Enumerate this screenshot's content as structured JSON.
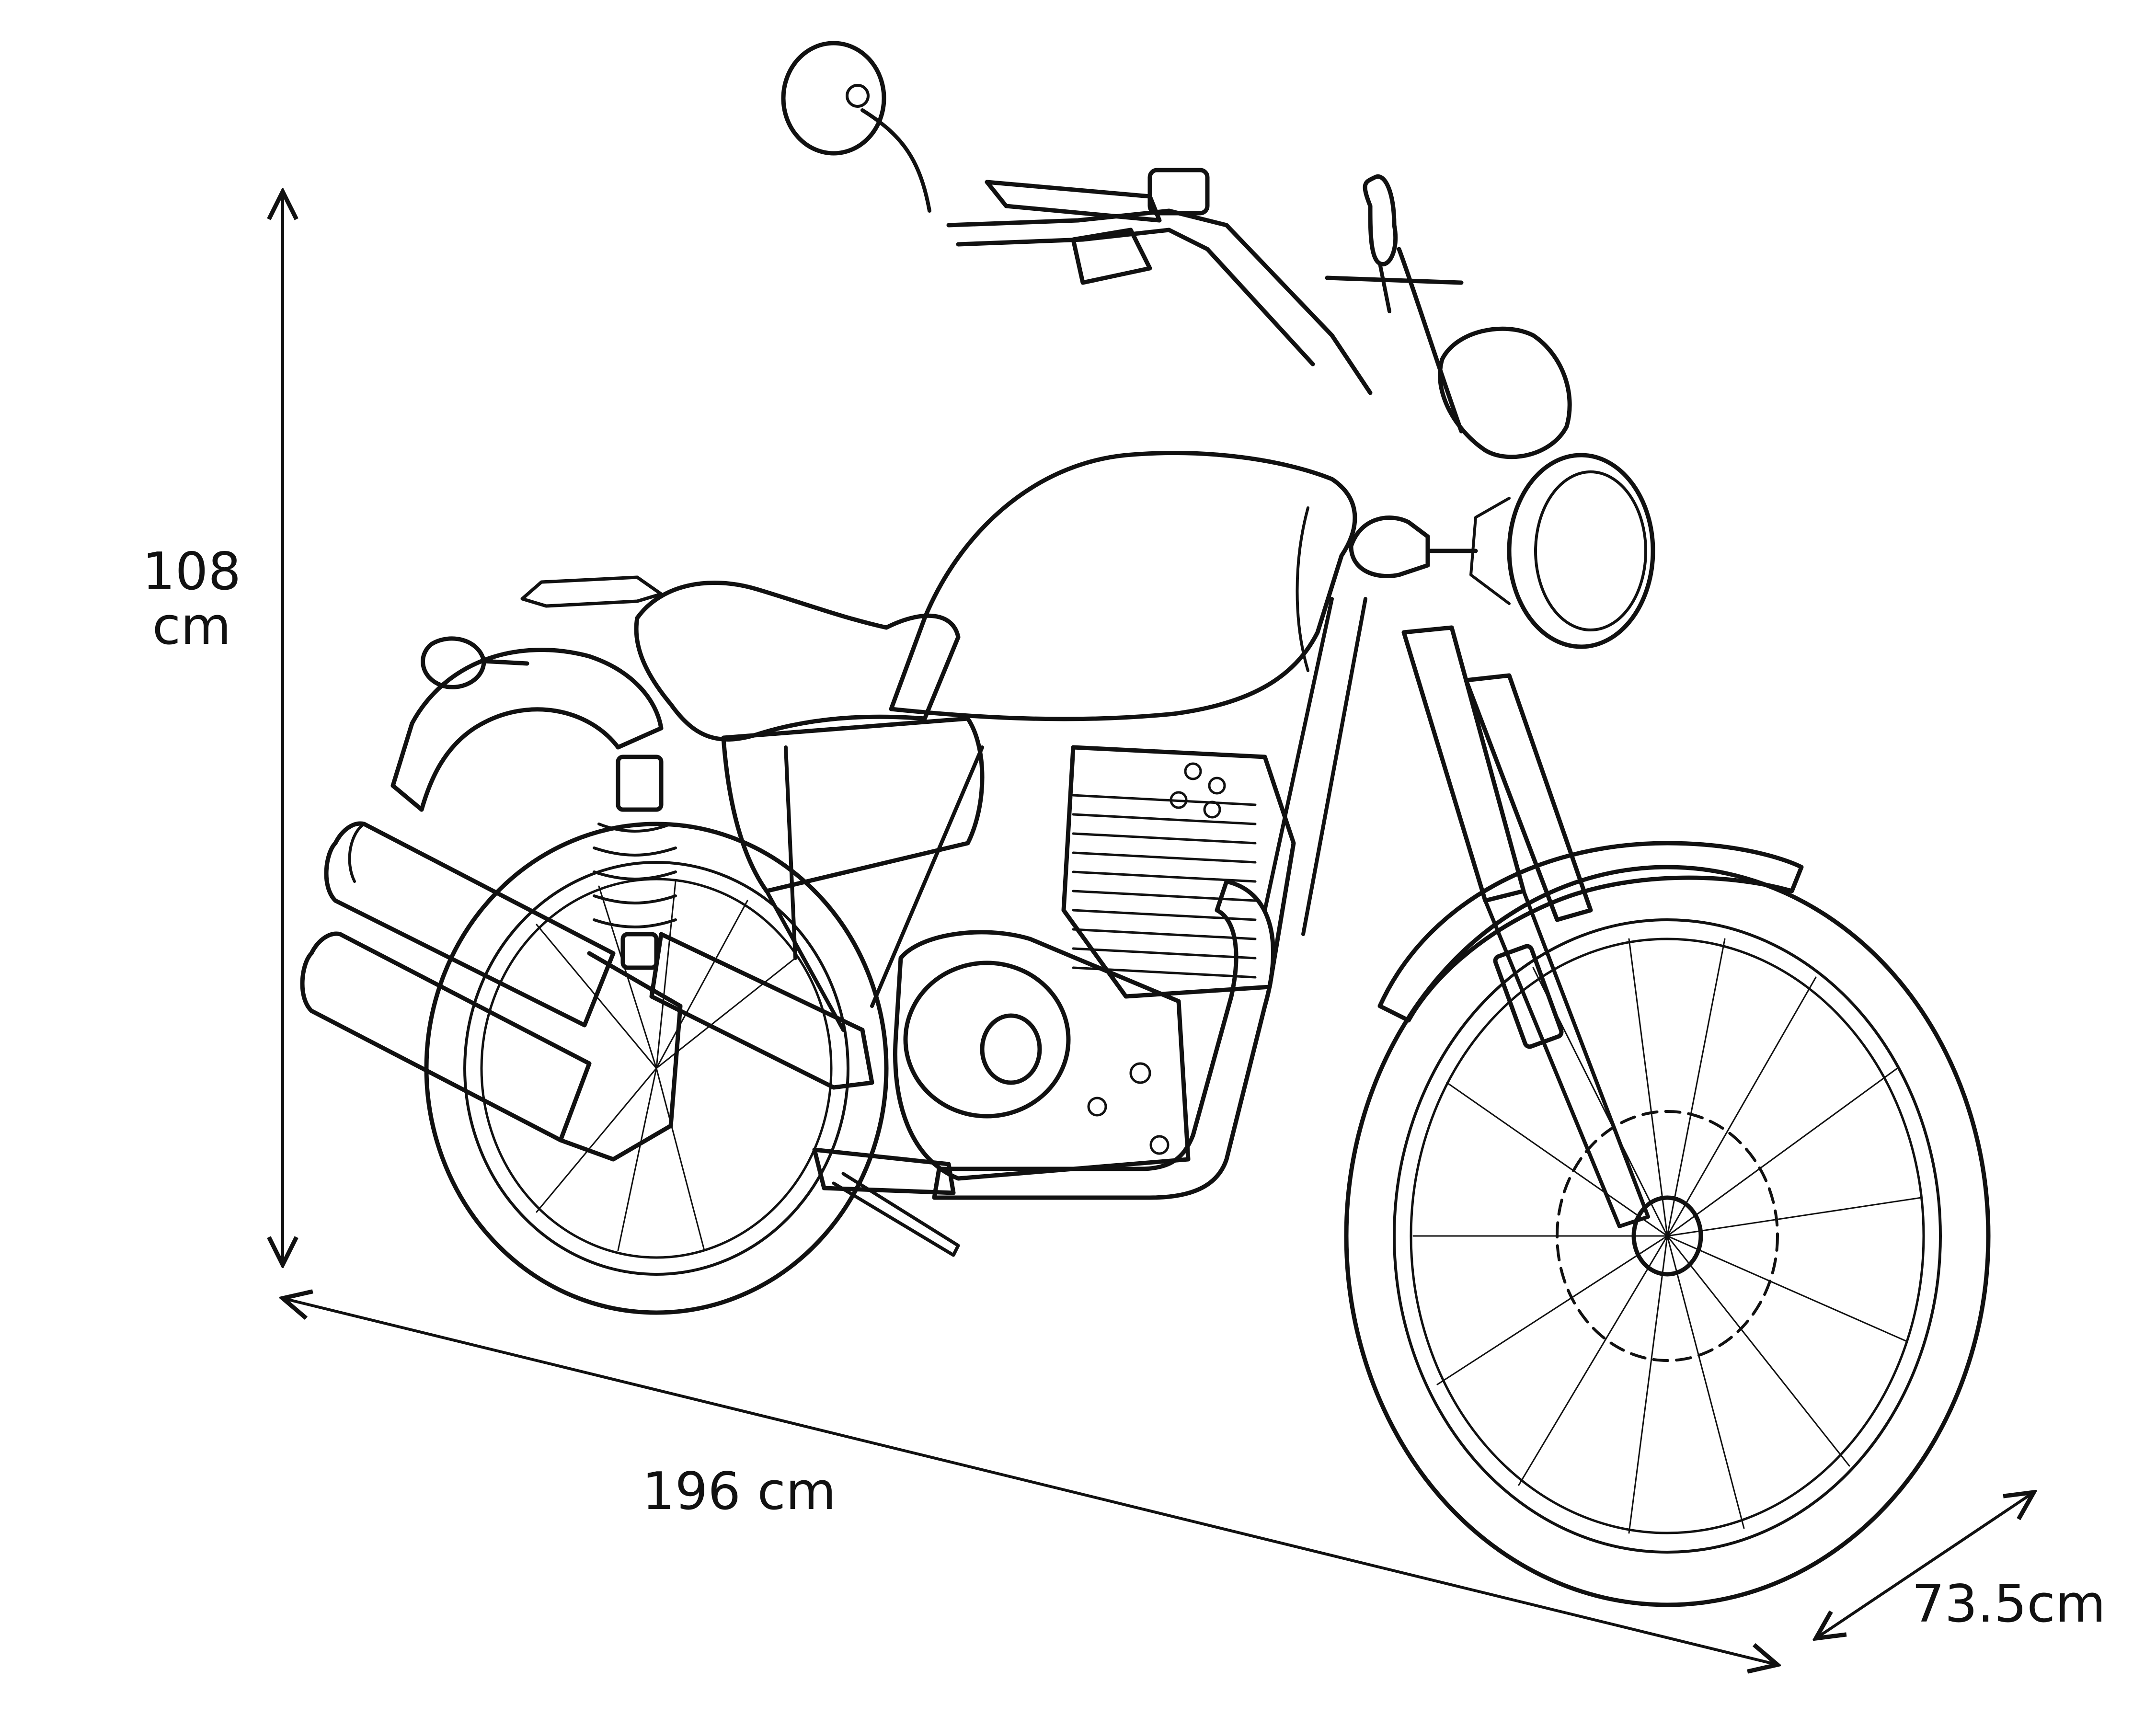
{
  "dimensions": {
    "height_value": "108",
    "height_unit": "cm",
    "length": "196 cm",
    "width": "73.5cm"
  },
  "colors": {
    "line": "#111111",
    "background": "#ffffff"
  },
  "icons": [
    "motorcycle-line-drawing",
    "dimension-arrow"
  ]
}
